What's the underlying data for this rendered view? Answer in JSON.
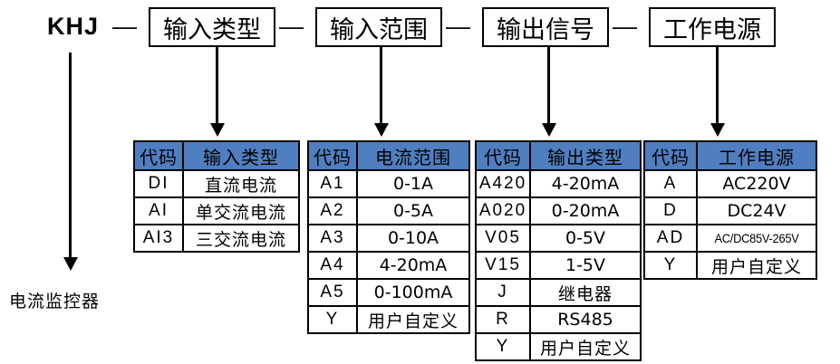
{
  "header": {
    "prefix": "KHJ",
    "separator": "—",
    "segments": [
      {
        "label": "输入类型"
      },
      {
        "label": "输入范围"
      },
      {
        "label": "输出信号"
      },
      {
        "label": "工作电源"
      }
    ]
  },
  "product_caption": "电流监控器",
  "colors": {
    "header_blue": "#4f7fc0",
    "border": "#000000",
    "background": "#ffffff"
  },
  "tables": [
    {
      "name": "input-type-table",
      "headers": [
        "代码",
        "输入类型"
      ],
      "rows": [
        [
          "DI",
          "直流电流"
        ],
        [
          "AI",
          "单交流电流"
        ],
        [
          "AI3",
          "三交流电流"
        ]
      ]
    },
    {
      "name": "current-range-table",
      "headers": [
        "代码",
        "电流范围"
      ],
      "rows": [
        [
          "A1",
          "0-1A"
        ],
        [
          "A2",
          "0-5A"
        ],
        [
          "A3",
          "0-10A"
        ],
        [
          "A4",
          "4-20mA"
        ],
        [
          "A5",
          "0-100mA"
        ],
        [
          "Y",
          "用户自定义"
        ]
      ]
    },
    {
      "name": "output-type-table",
      "headers": [
        "代码",
        "输出类型"
      ],
      "rows": [
        [
          "A420",
          "4-20mA"
        ],
        [
          "A020",
          "0-20mA"
        ],
        [
          "V05",
          "0-5V"
        ],
        [
          "V15",
          "1-5V"
        ],
        [
          "J",
          "继电器"
        ],
        [
          "R",
          "RS485"
        ],
        [
          "Y",
          "用户自定义"
        ]
      ]
    },
    {
      "name": "power-supply-table",
      "headers": [
        "代码",
        "工作电源"
      ],
      "rows": [
        [
          "A",
          "AC220V"
        ],
        [
          "D",
          "DC24V"
        ],
        [
          "AD",
          "AC/DC85V-265V"
        ],
        [
          "Y",
          "用户自定义"
        ]
      ]
    }
  ]
}
